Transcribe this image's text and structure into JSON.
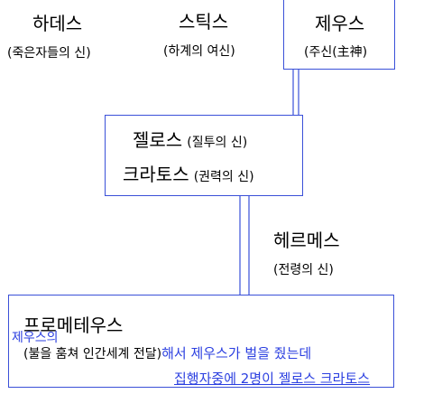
{
  "hades": {
    "name": "하데스",
    "desc": "(죽은자들의 신)"
  },
  "styx": {
    "name": "스틱스",
    "desc": "(하계의 여신)"
  },
  "zeus": {
    "name": "제우스",
    "desc": "(주신(主神)"
  },
  "zelos": {
    "name": "젤로스",
    "desc": "(질투의 신)"
  },
  "kratos": {
    "name": "크라토스",
    "desc": "(권력의 신)"
  },
  "hermes": {
    "name": "헤르메스",
    "desc": "(전령의 신)"
  },
  "prometheus": {
    "name": "프로메테우스",
    "desc": "(불을 훔쳐 인간세계 전달)",
    "note_prefix": "제우스의",
    "note_suffix": "해서 제우스가 벌을 줬는데",
    "note_bottom": "집행자중에 2명이 젤로스 크라토스"
  },
  "colors": {
    "box_border": "#3a50d8",
    "note_text": "#2b3fe0"
  }
}
